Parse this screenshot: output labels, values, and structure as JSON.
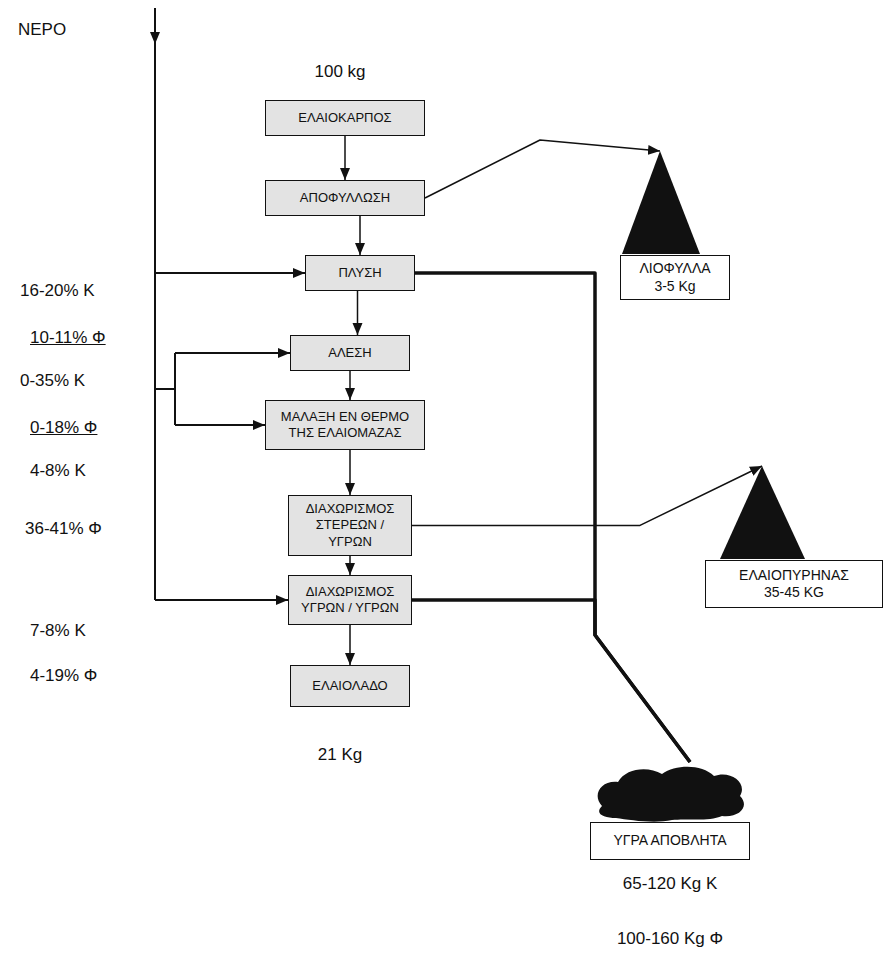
{
  "diagram": {
    "nodes": [
      {
        "text": [
          "ΕΛΑΙΟΚΑΡΠΟΣ"
        ]
      },
      {
        "text": [
          "ΑΠΟΦΥΛΛΩΣΗ"
        ]
      },
      {
        "text": [
          "ΠΛΥΣΗ"
        ]
      },
      {
        "text": [
          "ΑΛΕΣΗ"
        ]
      },
      {
        "text": [
          "ΜΑΛΑΞΗ ΕΝ ΘΕΡΜΟ ΤΗΣ ΕΛΑΙΟΜΑΖΑΣ"
        ]
      },
      {
        "text": [
          "ΔΙΑΧΩΡΙΣΜΟΣ ΣΤΕΡΕΩΝ / ΥΓΡΩΝ"
        ]
      },
      {
        "text": [
          "ΔΙΑΧΩΡΙΣΜΟΣ ΥΓΡΩΝ / ΥΓΡΩΝ"
        ]
      },
      {
        "text": [
          "ΕΛΑΙΟΛΑΔΟ"
        ]
      },
      {
        "text": [
          "ΛΙΟΦΥΛΛΑ",
          "3-5 Kg"
        ]
      },
      {
        "text": [
          "ΕΛΑΙΟΠΥΡΗΝΑΣ",
          "35-45 KG"
        ]
      },
      {
        "text": [
          "ΥΓΡΑ ΑΠΟΒΛΗΤΑ"
        ]
      }
    ],
    "edges": [
      {
        "from": 0,
        "to": 1,
        "arrow": "to"
      },
      {
        "from": 1,
        "to": 2,
        "arrow": "to"
      },
      {
        "from": 2,
        "to": 3,
        "arrow": "to"
      },
      {
        "from": 3,
        "to": 4,
        "arrow": "to"
      },
      {
        "from": 4,
        "to": 5,
        "arrow": "to"
      },
      {
        "from": 5,
        "to": 6,
        "arrow": "to"
      },
      {
        "from": 6,
        "to": 7,
        "arrow": "to"
      },
      {
        "from": 1,
        "to": 8,
        "arrow": "to"
      },
      {
        "from": 5,
        "to": 9,
        "arrow": "to"
      },
      {
        "from": 2,
        "to": 10,
        "arrow": "none"
      },
      {
        "from": 6,
        "to": 10,
        "arrow": "none"
      }
    ],
    "labels": [
      "ΝΕΡΟ",
      "100 kg",
      "16-20% Κ",
      "10-11% Φ",
      "0-35% Κ",
      "0-18% Φ",
      "4-8% Κ",
      "36-41% Φ",
      "7-8% Κ",
      "4-19% Φ",
      "21 Kg",
      "65-120 Kg Κ",
      "100-160 Kg Φ"
    ]
  }
}
